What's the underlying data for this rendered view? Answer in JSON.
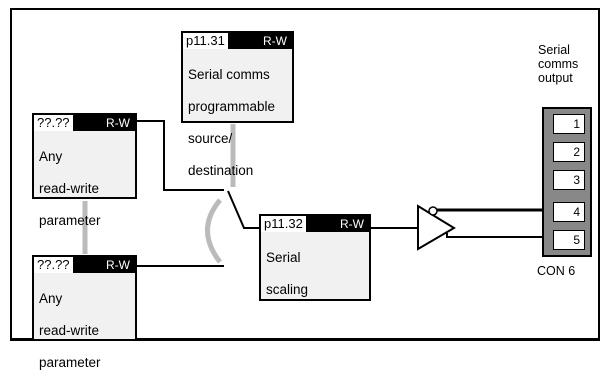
{
  "param_any_top": {
    "id": "??.??",
    "access": "R-W",
    "lines": [
      "Any",
      "read-write",
      "parameter"
    ]
  },
  "param_any_bottom": {
    "id": "??.??",
    "access": "R-W",
    "lines": [
      "Any",
      "read-write",
      "parameter"
    ]
  },
  "param_p1131": {
    "id": "p11.31",
    "access": "R-W",
    "lines": [
      "Serial comms",
      "programmable",
      "source/",
      "destination"
    ]
  },
  "param_p1132": {
    "id": "p11.32",
    "access": "R-W",
    "lines": [
      "Serial",
      "scaling"
    ]
  },
  "output": {
    "lines": [
      "Serial",
      "comms",
      "output"
    ],
    "connector_label": "CON 6",
    "pins": [
      "1",
      "2",
      "3",
      "4",
      "5"
    ]
  },
  "colors": {
    "box_fill": "#f1f1f1",
    "link_grey": "#bbbbbb",
    "connector_grey": "#888888",
    "line": "#000000"
  }
}
